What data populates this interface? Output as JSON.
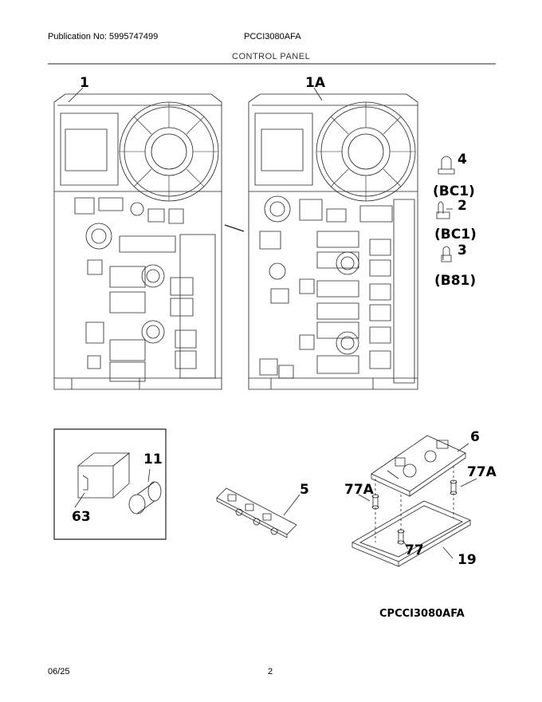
{
  "header": {
    "publication": "Publication No: 5995747499",
    "model": "PCCI3080AFA",
    "section_title": "CONTROL PANEL"
  },
  "callouts": {
    "c1": "1",
    "c1a": "1A",
    "c4": "4",
    "c2": "2",
    "c3": "3",
    "bc1_a": "(BC1)",
    "bc1_b": "(BC1)",
    "b81": "(B81)",
    "c11": "11",
    "c63": "63",
    "c5": "5",
    "c6": "6",
    "c77a_left": "77A",
    "c77a_right": "77A",
    "c77": "77",
    "c19": "19"
  },
  "diagram_model": "CPCCI3080AFA",
  "footer": {
    "date": "06/25",
    "page": "2"
  }
}
